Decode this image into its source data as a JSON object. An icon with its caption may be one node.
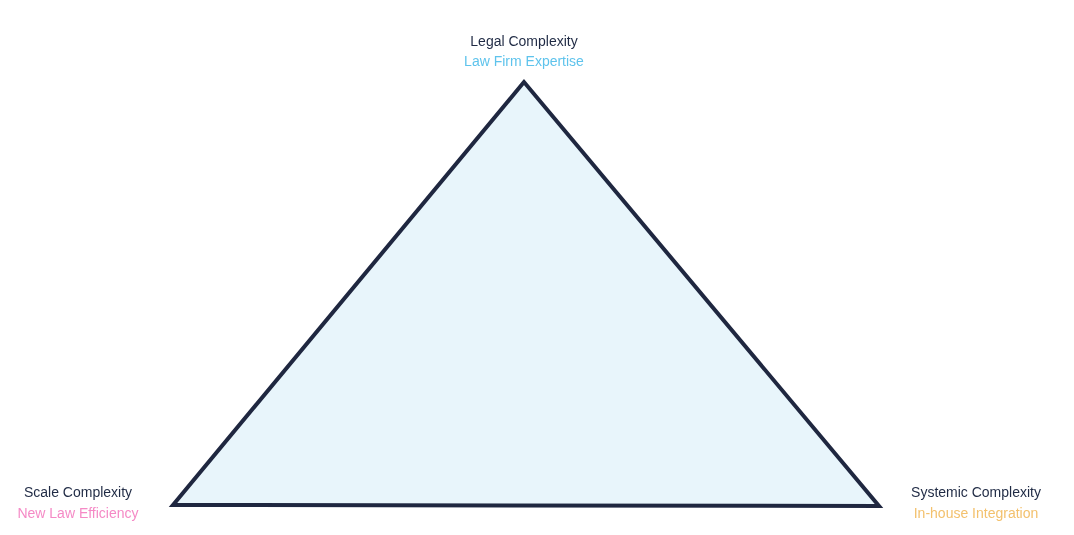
{
  "diagram": {
    "labels": [
      "Legal Complexity",
      "Law Firm Expertise",
      "Scale Complexity",
      "New Law Efficiency",
      "Systemic Complexity",
      "In-house Integration"
    ]
  }
}
